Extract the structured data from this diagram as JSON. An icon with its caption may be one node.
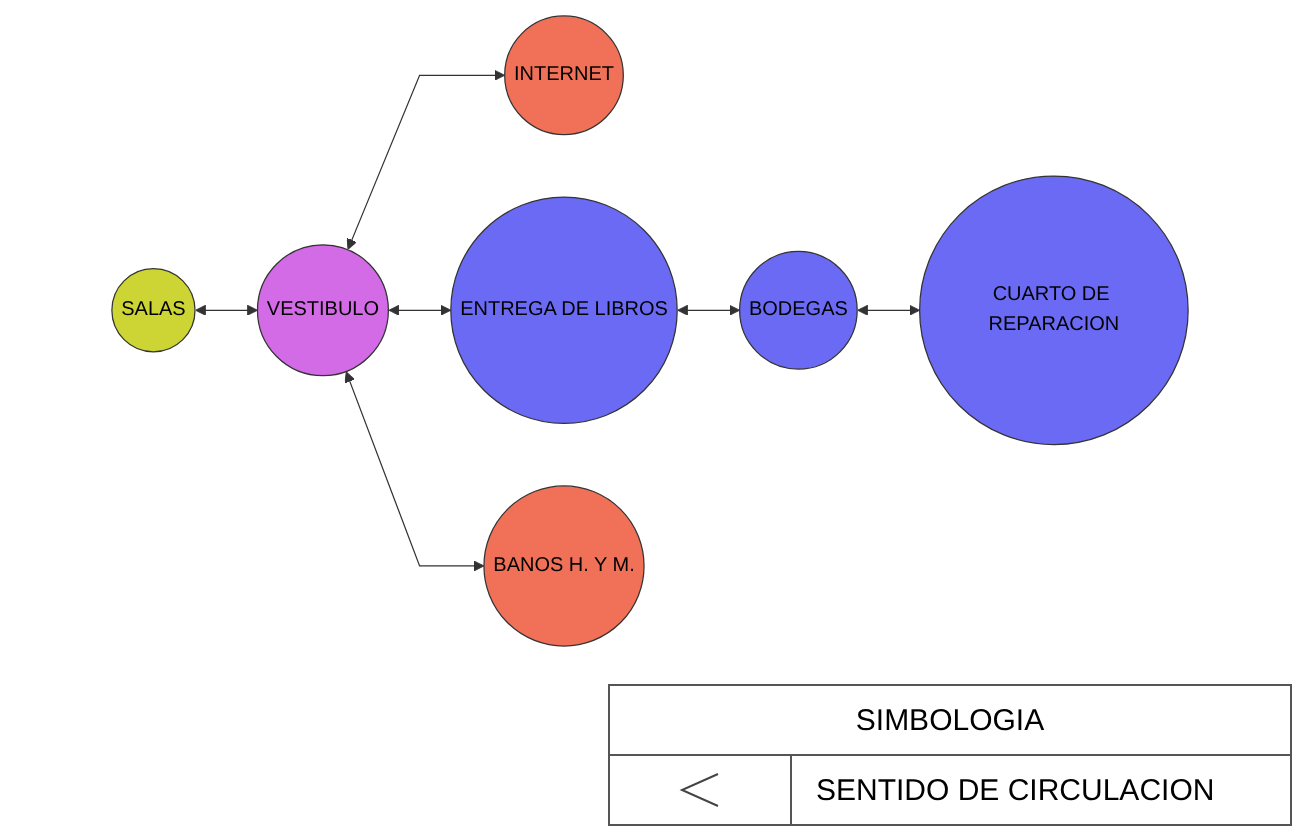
{
  "diagram": {
    "nodes": [
      {
        "text": [
          "INTERNET"
        ]
      },
      {
        "text": [
          "CUARTO DE REPARACION"
        ]
      },
      {
        "text": [
          "SALAS"
        ]
      },
      {
        "text": [
          "VESTIBULO"
        ]
      },
      {
        "text": [
          "ENTREGA DE LIBROS"
        ]
      },
      {
        "text": [
          "BODEGAS"
        ]
      },
      {
        "text": [
          "BANOS H. Y M."
        ]
      }
    ],
    "edges": [
      {
        "from": 2,
        "to": 3,
        "arrow": "both"
      },
      {
        "from": 3,
        "to": 0,
        "arrow": "both"
      },
      {
        "from": 3,
        "to": 6,
        "arrow": "both"
      },
      {
        "from": 3,
        "to": 4,
        "arrow": "both"
      },
      {
        "from": 4,
        "to": 5,
        "arrow": "both"
      },
      {
        "from": 5,
        "to": 1,
        "arrow": "both"
      }
    ],
    "labels": [
      "SIMBOLOGIA"
    ],
    "legend": [
      {
        "text": "SENTIDO DE CIRCULACION"
      }
    ]
  }
}
